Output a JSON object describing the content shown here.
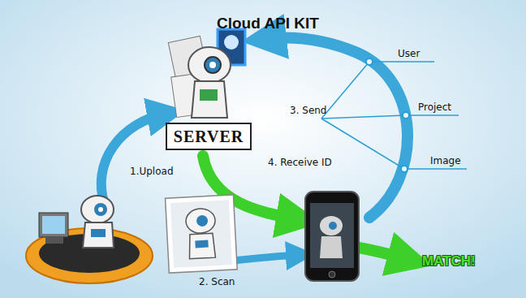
{
  "diagram": {
    "title": "Cloud API KIT",
    "nodes": [
      {
        "text": [
          "SERVER"
        ]
      }
    ],
    "labels": [
      "3. Send",
      "User",
      "Project",
      "Image",
      "4. Receive ID",
      "1.Upload",
      "2. Scan",
      "MATCH!"
    ]
  }
}
